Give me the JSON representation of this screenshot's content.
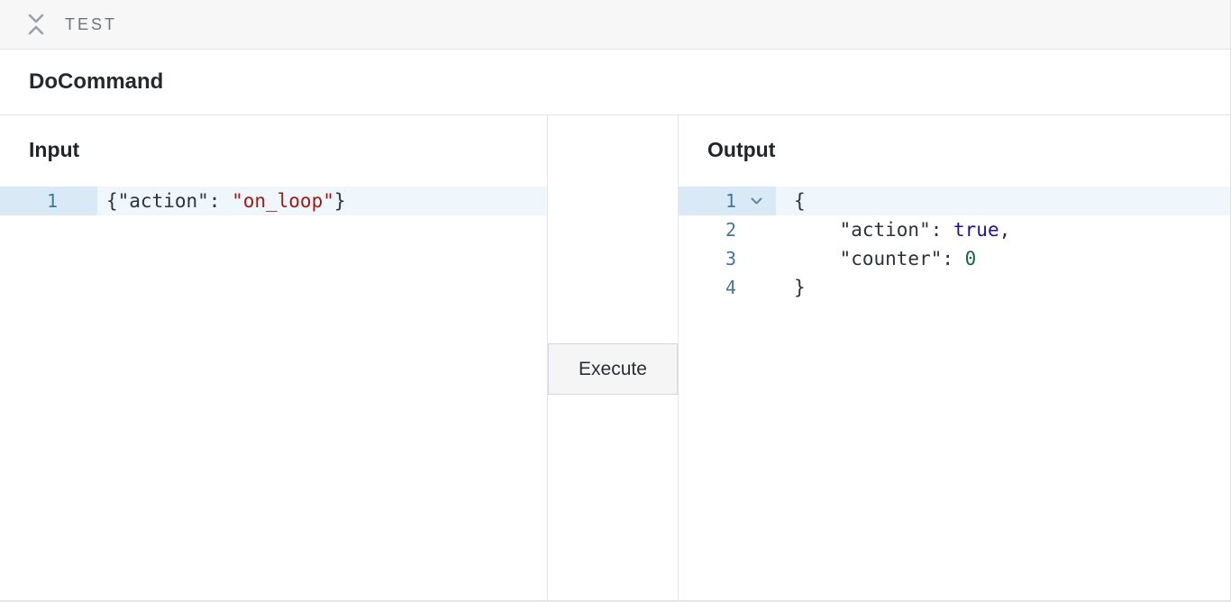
{
  "header": {
    "collapse_icon": "collapse-vertical-chevrons",
    "title": "TEST"
  },
  "command": {
    "title": "DoCommand"
  },
  "input_panel": {
    "title": "Input",
    "editor": {
      "active_line": 1,
      "lines": [
        {
          "number": "1",
          "foldable": false,
          "tokens": [
            {
              "text": "{\"action\": ",
              "type": "plain"
            },
            {
              "text": "\"on_loop\"",
              "type": "string"
            },
            {
              "text": "}",
              "type": "plain"
            }
          ]
        }
      ]
    }
  },
  "middle_panel": {
    "execute_label": "Execute"
  },
  "output_panel": {
    "title": "Output",
    "editor": {
      "active_line": 1,
      "lines": [
        {
          "number": "1",
          "foldable": true,
          "tokens": [
            {
              "text": "{",
              "type": "plain"
            }
          ]
        },
        {
          "number": "2",
          "foldable": false,
          "tokens": [
            {
              "text": "    \"action\": ",
              "type": "plain"
            },
            {
              "text": "true",
              "type": "boolean"
            },
            {
              "text": ",",
              "type": "plain"
            }
          ]
        },
        {
          "number": "3",
          "foldable": false,
          "tokens": [
            {
              "text": "    \"counter\": ",
              "type": "plain"
            },
            {
              "text": "0",
              "type": "number"
            }
          ]
        },
        {
          "number": "4",
          "foldable": false,
          "tokens": [
            {
              "text": "}",
              "type": "plain"
            }
          ]
        }
      ]
    }
  },
  "colors": {
    "topbar_bg": "#f7f7f8",
    "border": "#e5e5e8",
    "test_label": "#6e747b",
    "title_text": "#26292d",
    "line_number": "#43779a",
    "active_line_bg": "#eff7fc",
    "active_gutter_bg": "#d9eaf6",
    "code_default": "#2e3338",
    "syntax_string": "#a31912",
    "syntax_boolean": "#221199",
    "syntax_number": "#116644",
    "button_bg": "#f5f5f6",
    "button_border": "#d7d7db"
  }
}
